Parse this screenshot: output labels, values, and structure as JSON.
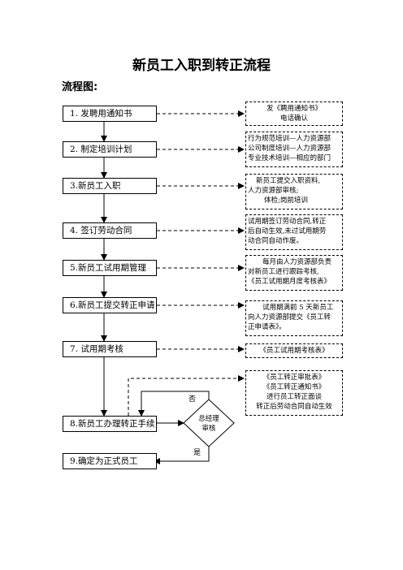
{
  "title": "新员工入职到转正流程",
  "subtitle": "流程图:",
  "steps": [
    "1. 发聘用通知书",
    "2. 制定培训计划",
    "3.新员工入职",
    "4. 签订劳动合同",
    "5.新员工试用期管理",
    "6.新员工提交转正申请",
    "7. 试用期考核",
    "8.新员工办理转正手续",
    "9.确定为正式员工"
  ],
  "notes": [
    [
      "发《聘用通知书》",
      "电话确认"
    ],
    [
      "行为规范培训—人力资源部",
      "公司制度培训—人力资源部",
      "专业技术培训—相应的部门"
    ],
    [
      "新员工提交入职资料,",
      "人力资源部审核;",
      "体检;岗前培训"
    ],
    [
      "试用期签订劳动合同,转正",
      "后自动生效,未过试用期劳",
      "动合同自动作废。"
    ],
    [
      "每月由人力资源部负责",
      "对新员工进行跟踪考核,",
      "《员工试用期月度考核表》"
    ],
    [
      "试用期满前 5 天新员工",
      "向人力资源部提交《员工转",
      "正申请表》。"
    ],
    [
      "《员工试用期考核表》"
    ],
    [
      "《员工转正审批表》",
      "《员工转正通知书》",
      "进行员工转正面谈",
      "转正后劳动合同自动生效"
    ]
  ],
  "decision": {
    "line1": "总经理",
    "line2": "审核",
    "no_label": "否",
    "yes_label": "是"
  }
}
